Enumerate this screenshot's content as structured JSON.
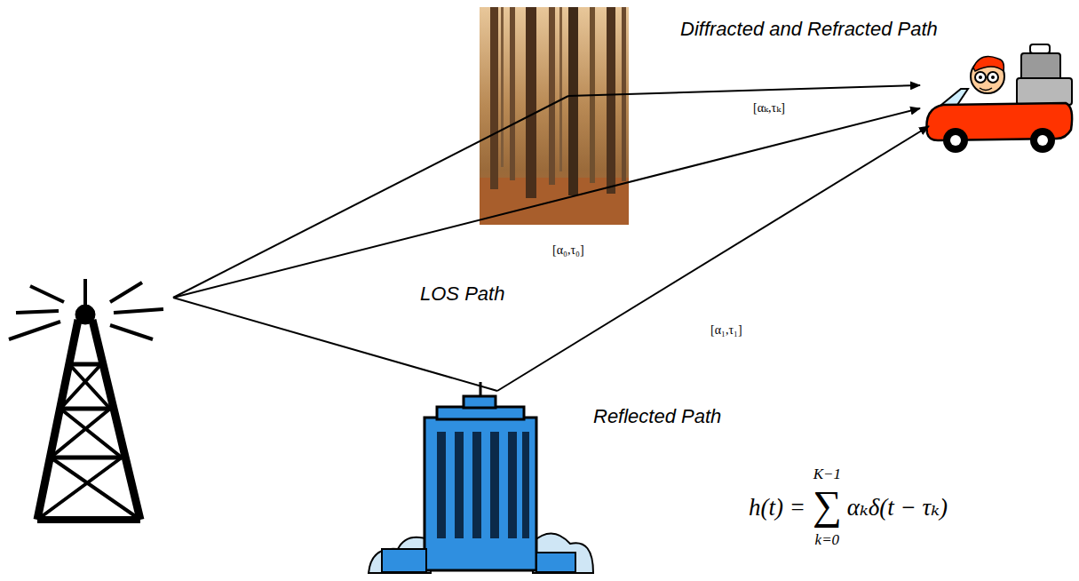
{
  "diagram": {
    "labels": [
      "Diffracted and Refracted Path",
      "[αₖ,τₖ]",
      "[α₀,τ₀]",
      "LOS Path",
      "[α₁,τ₁]",
      "Reflected Path",
      "h(t) =",
      "K−1",
      "∑",
      "k=0",
      "αₖδ(t − τₖ)"
    ]
  }
}
